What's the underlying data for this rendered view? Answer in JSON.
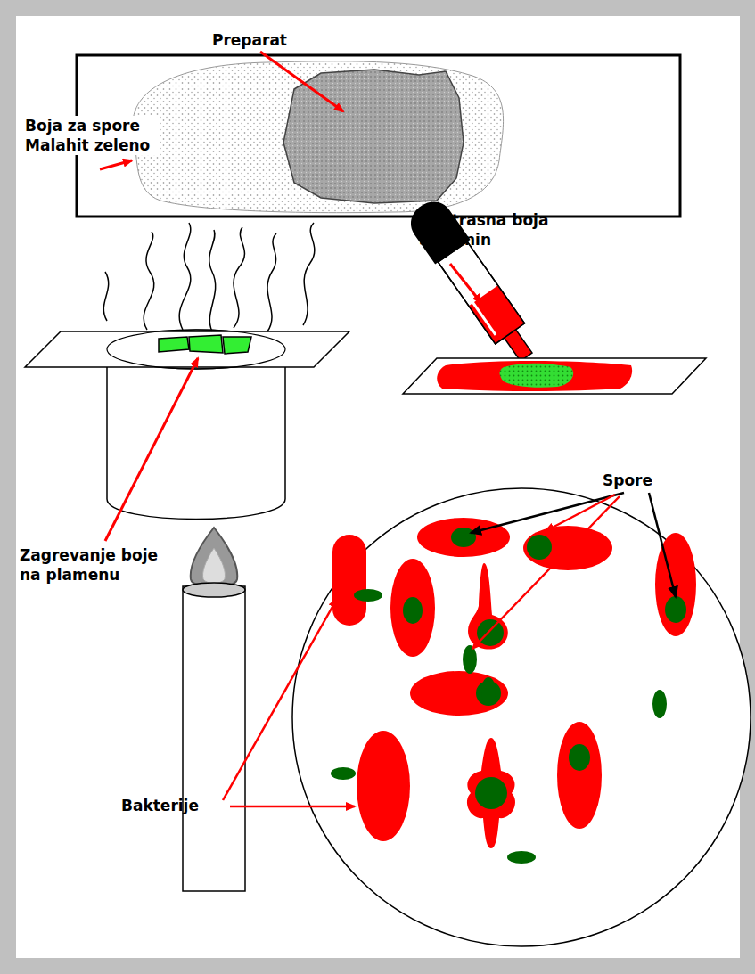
{
  "diagram": {
    "labels": [
      "Preparat",
      "Boja za spore Malahit zeleno",
      "Kontrasna boja Safranin",
      "Zagrevanje boje na plamenu",
      "Spore",
      "Bakterije"
    ]
  }
}
